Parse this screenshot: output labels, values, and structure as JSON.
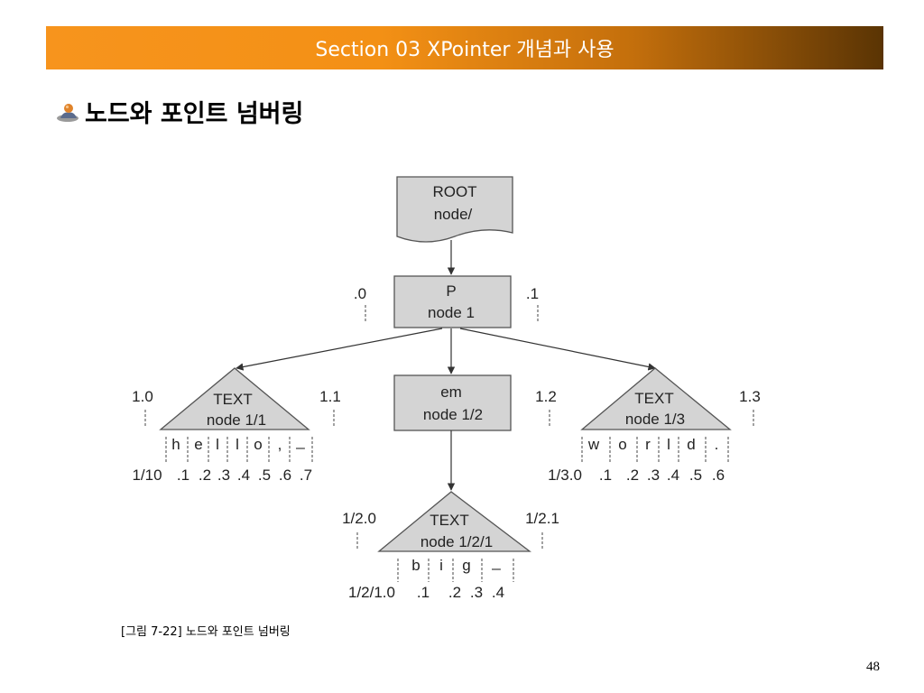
{
  "header": {
    "title": "Section 03 XPointer 개념과 사용"
  },
  "heading": {
    "text": "노드와 포인트 넘버링",
    "bullet_icon": "person-bullet-icon"
  },
  "diagram": {
    "root": {
      "line1": "ROOT",
      "line2": "node/"
    },
    "p_node": {
      "line1": "P",
      "line2": "node 1",
      "left_point": ".0",
      "right_point": ".1"
    },
    "text_node_1": {
      "line1": "TEXT",
      "line2": "node 1/1",
      "left_label": "1.0",
      "chars": [
        "h",
        "e",
        "l",
        "l",
        "o",
        ",",
        "_"
      ],
      "points": [
        "1/10",
        ".1",
        ".2",
        ".3",
        ".4",
        ".5",
        ".6",
        ".7"
      ]
    },
    "em_node": {
      "line1": "em",
      "line2": "node 1/2",
      "left_label": "1.1",
      "right_label": "1.2"
    },
    "text_node_3": {
      "line1": "TEXT",
      "line2": "node 1/3",
      "right_label": "1.3",
      "chars": [
        "w",
        "o",
        "r",
        "l",
        "d",
        "."
      ],
      "points": [
        "1/3.0",
        ".1",
        ".2",
        ".3",
        ".4",
        ".5",
        ".6"
      ]
    },
    "text_node_121": {
      "line1": "TEXT",
      "line2": "node 1/2/1",
      "left_label": "1/2.0",
      "right_label": "1/2.1",
      "chars": [
        "b",
        "i",
        "g",
        "_"
      ],
      "points": [
        "1/2/1.0",
        ".1",
        ".2",
        ".3",
        ".4"
      ]
    }
  },
  "caption": "[그림 7-22] 노드와 포인트 넘버링",
  "page_number": "48"
}
